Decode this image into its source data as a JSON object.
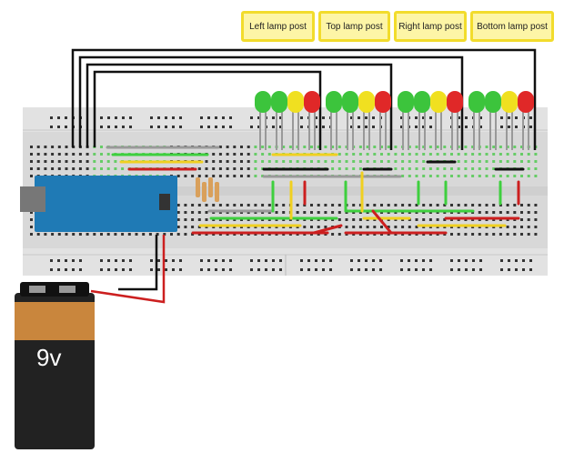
{
  "labels": [
    "Left lamp post",
    "Top lamp post",
    "Right lamp post",
    "Bottom lamp post"
  ],
  "battery": {
    "label": "9v"
  },
  "colors": {
    "led_green": "#3cc43c",
    "led_yellow": "#f0e020",
    "led_red": "#e02828",
    "arduino": "#1f7ab5",
    "wire_black": "#111111",
    "wire_red": "#cc1f1f",
    "wire_green": "#3ecf3e",
    "wire_yellow": "#f0d020",
    "wire_gray": "#999999",
    "label_bg": "#fdf5a6"
  }
}
